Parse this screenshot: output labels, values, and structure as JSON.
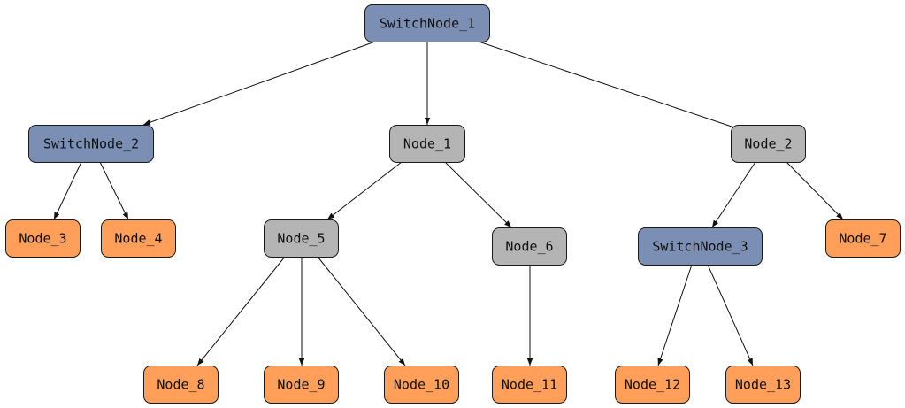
{
  "diagram": {
    "colors": {
      "switch": "#7b8fb5",
      "inner": "#b4b4b4",
      "leaf": "#ff9f5a",
      "edge": "#111111"
    },
    "nodes": [
      {
        "id": "switchnode-1",
        "label": "SwitchNode_1",
        "kind": "switch"
      },
      {
        "id": "switchnode-2",
        "label": "SwitchNode_2",
        "kind": "switch"
      },
      {
        "id": "node-1",
        "label": "Node_1",
        "kind": "inner"
      },
      {
        "id": "node-2",
        "label": "Node_2",
        "kind": "inner"
      },
      {
        "id": "node-3",
        "label": "Node_3",
        "kind": "leaf"
      },
      {
        "id": "node-4",
        "label": "Node_4",
        "kind": "leaf"
      },
      {
        "id": "node-5",
        "label": "Node_5",
        "kind": "inner"
      },
      {
        "id": "node-6",
        "label": "Node_6",
        "kind": "inner"
      },
      {
        "id": "switchnode-3",
        "label": "SwitchNode_3",
        "kind": "switch"
      },
      {
        "id": "node-7",
        "label": "Node_7",
        "kind": "leaf"
      },
      {
        "id": "node-8",
        "label": "Node_8",
        "kind": "leaf"
      },
      {
        "id": "node-9",
        "label": "Node_9",
        "kind": "leaf"
      },
      {
        "id": "node-10",
        "label": "Node_10",
        "kind": "leaf"
      },
      {
        "id": "node-11",
        "label": "Node_11",
        "kind": "leaf"
      },
      {
        "id": "node-12",
        "label": "Node_12",
        "kind": "leaf"
      },
      {
        "id": "node-13",
        "label": "Node_13",
        "kind": "leaf"
      }
    ],
    "edges": [
      {
        "from": "switchnode-1",
        "to": "switchnode-2"
      },
      {
        "from": "switchnode-1",
        "to": "node-1"
      },
      {
        "from": "switchnode-1",
        "to": "node-2"
      },
      {
        "from": "switchnode-2",
        "to": "node-3"
      },
      {
        "from": "switchnode-2",
        "to": "node-4"
      },
      {
        "from": "node-1",
        "to": "node-5"
      },
      {
        "from": "node-1",
        "to": "node-6"
      },
      {
        "from": "node-2",
        "to": "switchnode-3"
      },
      {
        "from": "node-2",
        "to": "node-7"
      },
      {
        "from": "node-5",
        "to": "node-8"
      },
      {
        "from": "node-5",
        "to": "node-9"
      },
      {
        "from": "node-5",
        "to": "node-10"
      },
      {
        "from": "node-6",
        "to": "node-11"
      },
      {
        "from": "switchnode-3",
        "to": "node-12"
      },
      {
        "from": "switchnode-3",
        "to": "node-13"
      }
    ]
  }
}
